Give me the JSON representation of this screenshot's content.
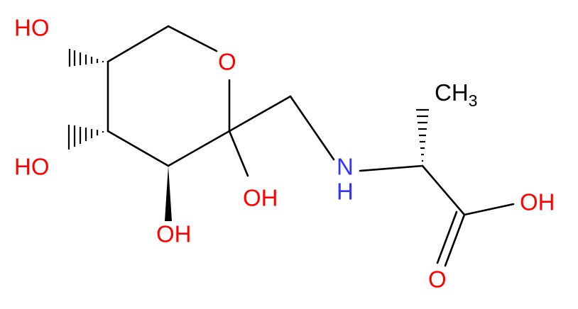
{
  "colors": {
    "bond": "#000000",
    "oxygen": "#ff0000",
    "nitrogen": "#3333ff",
    "carbon": "#000000",
    "background": "#ffffff"
  },
  "atoms": {
    "ho_top": "HO",
    "o_ring": "O",
    "ho_left": "HO",
    "oh_anomeric": "OH",
    "oh_bottom": "OH",
    "nh_n": "N",
    "nh_h": "H",
    "ch3_c": "CH",
    "ch3_sub": "3",
    "oh_acid": "OH",
    "o_carbonyl": "O"
  }
}
